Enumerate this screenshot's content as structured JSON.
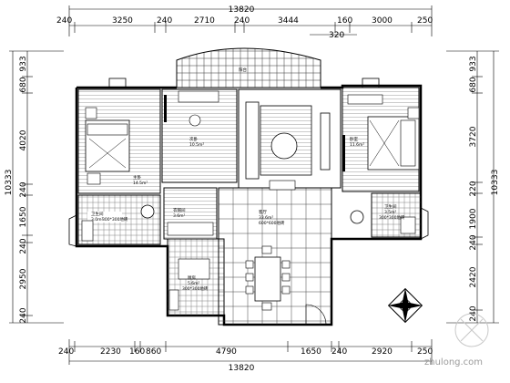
{
  "drawing": {
    "top_total": "13820",
    "top_segments": [
      "240",
      "3250",
      "240",
      "2710",
      "240",
      "3444",
      "160",
      "3000",
      "250"
    ],
    "top_sub": "320",
    "bottom_total": "13820",
    "bottom_segments": [
      "240",
      "2230",
      "160",
      "860",
      "4790",
      "1650",
      "240",
      "2920",
      "250"
    ],
    "left_total": "10333",
    "left_segments": [
      "933",
      "680",
      "4020",
      "240",
      "1650",
      "240",
      "2950",
      "240"
    ],
    "right_total": "10333",
    "right_segments": [
      "933",
      "680",
      "3720",
      "220",
      "1900",
      "240",
      "2420",
      "240"
    ],
    "rooms": {
      "master_bed": {
        "name": "主卧",
        "area": "14.5m²"
      },
      "second_bed": {
        "name": "次卧",
        "area": "10.5m²"
      },
      "bed_right": {
        "name": "卧室",
        "area": "11.6m²"
      },
      "bath_left": {
        "name": "卫生间",
        "area": "3.0m²",
        "tile": "300*300地砖"
      },
      "bath_right": {
        "name": "卫生间",
        "area": "3.5m²",
        "tile": "300*300地砖"
      },
      "closet": {
        "name": "衣帽间",
        "area": "3.6m²"
      },
      "living": {
        "name": "客厅",
        "area": "33.6m²",
        "tile": "600*600地砖"
      },
      "kitchen": {
        "name": "厨房",
        "area": "5.6m²",
        "tile": "300*300地砖"
      },
      "balcony": {
        "name": "阳台"
      }
    },
    "watermark": "zhulong.com"
  }
}
